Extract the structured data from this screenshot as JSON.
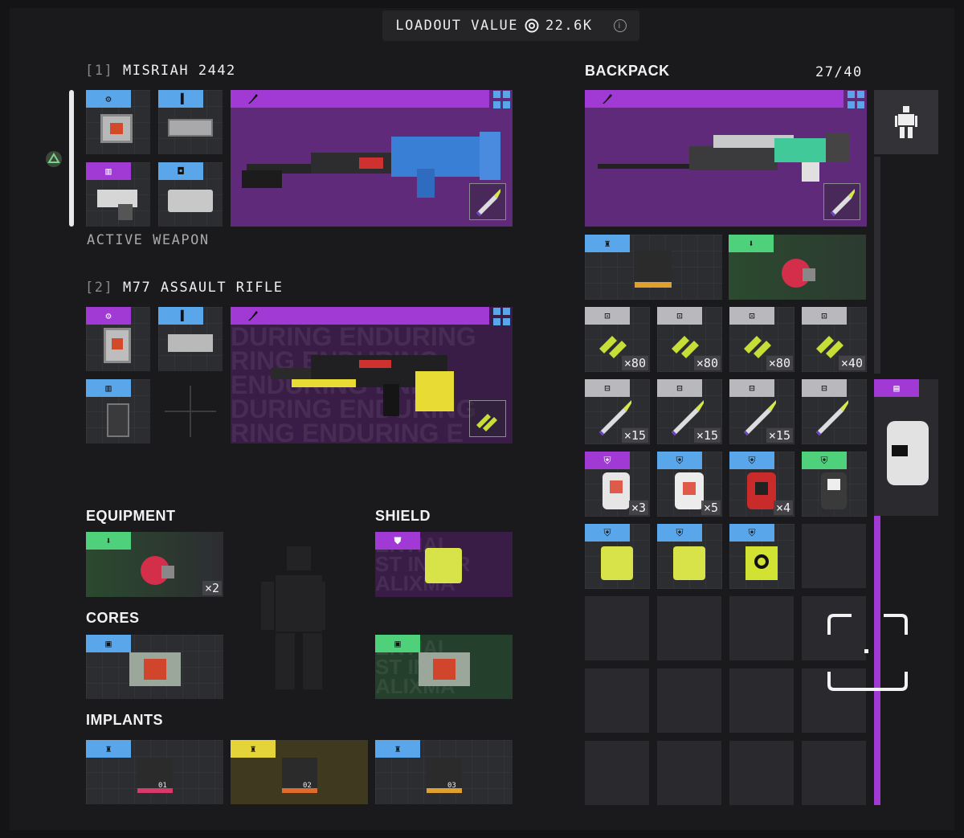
{
  "loadout": {
    "label": "LOADOUT VALUE",
    "value": "22.6K",
    "currency_icon": "credit-icon",
    "info_icon": "info-icon"
  },
  "primary": {
    "slot": "[1]",
    "name": "MISRIAH 2442",
    "status": "ACTIVE WEAPON",
    "mods": [
      {
        "category": "chip-icon",
        "color": "#5aa6ea"
      },
      {
        "category": "barrel-icon",
        "color": "#5aa6ea"
      },
      {
        "category": "magazine-icon",
        "color": "#a13ad4"
      },
      {
        "category": "optic-icon",
        "color": "#5aa6ea"
      }
    ]
  },
  "secondary": {
    "slot": "[2]",
    "name": "M77 ASSAULT RIFLE",
    "background_text": [
      "DURING ENDURING",
      "RING ENDURING",
      "ENDURING ENDU",
      "DURING ENDURING",
      "RING ENDURING E"
    ]
  },
  "equipment": {
    "title": "EQUIPMENT",
    "count": "×2"
  },
  "shield": {
    "title": "SHIELD",
    "bg_text": [
      "ERTIAL",
      "ST INTER",
      "ALIXMA"
    ]
  },
  "cores": {
    "title": "CORES",
    "bg_text": [
      "ERTIAL",
      "ST INTER",
      "ALIXMA"
    ]
  },
  "implants": {
    "title": "IMPLANTS",
    "items": [
      {
        "label": "01"
      },
      {
        "label": "02"
      },
      {
        "label": "03"
      }
    ]
  },
  "backpack": {
    "title": "BACKPACK",
    "capacity": "27/40",
    "ammo_counts": [
      "×80",
      "×80",
      "×80",
      "×40"
    ],
    "energy_counts": [
      "×15",
      "×15",
      "×15"
    ],
    "consumable_counts": [
      "×3",
      "×5",
      "×4"
    ]
  },
  "colors": {
    "accent_purple": "#a13ad4",
    "accent_blue": "#5aa6ea",
    "accent_green": "#4fd07b",
    "accent_yellow": "#e4d339"
  }
}
